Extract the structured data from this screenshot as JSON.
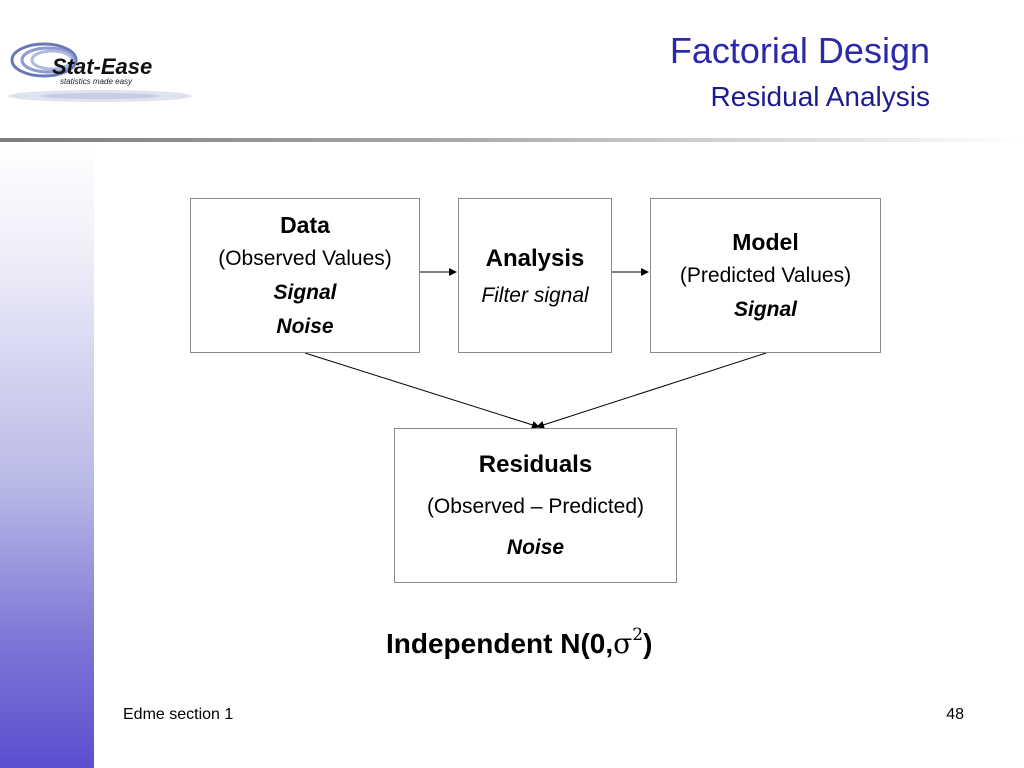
{
  "header": {
    "logo_text": "Stat-Ease",
    "logo_tagline": "statistics made easy",
    "title": "Factorial Design",
    "subtitle": "Residual Analysis"
  },
  "diagram": {
    "data_box": {
      "heading": "Data",
      "line1": "(Observed Values)",
      "line2": "Signal",
      "line3": "Noise"
    },
    "analysis_box": {
      "heading": "Analysis",
      "line1": "Filter signal"
    },
    "model_box": {
      "heading": "Model",
      "line1": "(Predicted Values)",
      "line2": "Signal"
    },
    "residuals_box": {
      "heading": "Residuals",
      "line1": "(Observed – Predicted)",
      "line2": "Noise"
    }
  },
  "formula": {
    "prefix": "Independent N(0,",
    "symbol": "σ",
    "exponent": "2",
    "suffix": ")"
  },
  "footer": {
    "left": "Edme section 1",
    "page_number": "48"
  },
  "colors": {
    "title": "#2a2aa8",
    "band_bottom": "#5a4fcf"
  }
}
